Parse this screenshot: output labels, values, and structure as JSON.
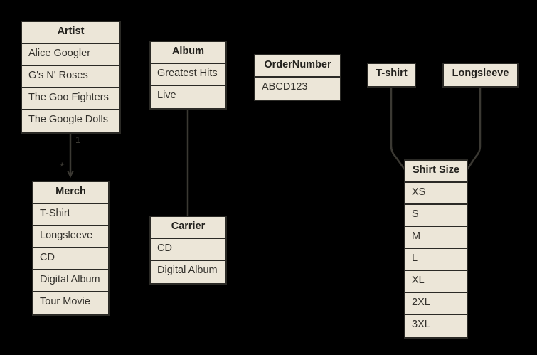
{
  "diagram": {
    "title": "merch-entity-diagram",
    "background_color": "#000000",
    "box_fill": "#ece6d8",
    "border_color": "#2b2a26",
    "text_color": "#33312c"
  },
  "entities": {
    "artist": {
      "header": "Artist",
      "items": [
        "Alice Googler",
        "G's N' Roses",
        "The Goo Fighters",
        "The Google Dolls"
      ]
    },
    "merch": {
      "header": "Merch",
      "items": [
        "T-Shirt",
        "Longsleeve",
        "CD",
        "Digital Album",
        "Tour Movie"
      ]
    },
    "album": {
      "header": "Album",
      "items": [
        "Greatest Hits",
        "Live"
      ]
    },
    "carrier": {
      "header": "Carrier",
      "items": [
        "CD",
        "Digital Album"
      ]
    },
    "ordernumber": {
      "header": "OrderNumber",
      "items": [
        "ABCD123"
      ]
    },
    "tshirt": {
      "header": "T-shirt",
      "items": []
    },
    "longsleeve": {
      "header": "Longsleeve",
      "items": []
    },
    "shirtsize": {
      "header": "Shirt Size",
      "items": [
        "XS",
        "S",
        "M",
        "L",
        "XL",
        "2XL",
        "3XL"
      ]
    }
  },
  "relationships": [
    {
      "name": "artist-to-merch",
      "from": "artist",
      "to": "merch",
      "source_multiplicity": "1",
      "target_multiplicity": "*",
      "arrow": "open-arrow"
    },
    {
      "name": "album-to-carrier",
      "from": "album",
      "to": "carrier",
      "source_multiplicity": "",
      "target_multiplicity": "",
      "arrow": "none"
    },
    {
      "name": "tshirt-to-shirtsize",
      "from": "tshirt",
      "to": "shirtsize",
      "source_multiplicity": "",
      "target_multiplicity": "",
      "arrow": "none"
    },
    {
      "name": "longsleeve-to-shirtsize",
      "from": "longsleeve",
      "to": "shirtsize",
      "source_multiplicity": "",
      "target_multiplicity": "",
      "arrow": "none"
    }
  ]
}
